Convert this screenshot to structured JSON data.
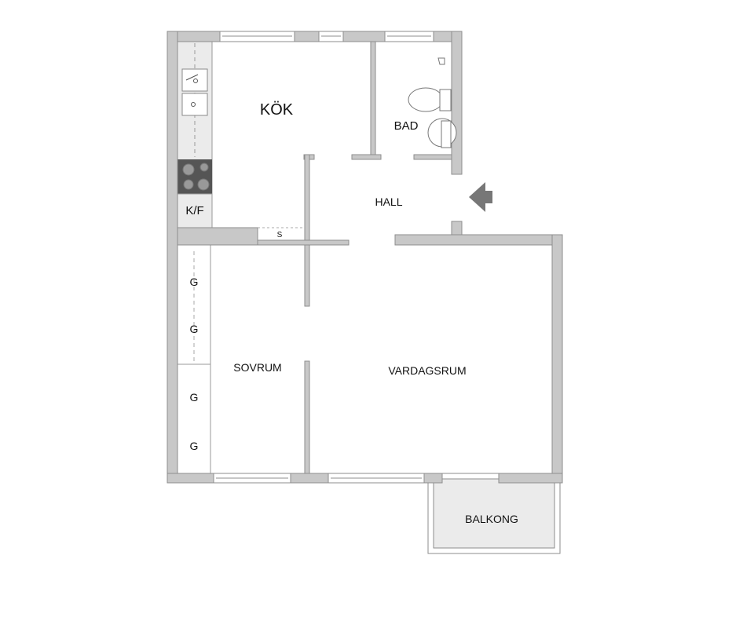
{
  "rooms": {
    "kitchen": "KÖK",
    "bathroom": "BAD",
    "hall": "HALL",
    "bedroom": "SOVRUM",
    "living_room": "VARDAGSRUM",
    "balcony": "BALKONG"
  },
  "fixtures": {
    "fridge_freezer": "K/F",
    "storage": "S",
    "wardrobes": [
      "G",
      "G",
      "G",
      "G"
    ]
  },
  "icons": {
    "entrance": "entrance-arrow-icon",
    "sink": "kitchen-sink-icon",
    "stove": "stove-icon",
    "toilet": "toilet-icon",
    "washbasin": "washbasin-icon"
  },
  "colors": {
    "wall": "#c8c8c8",
    "counter": "#ebebeb",
    "stove": "#555555",
    "balcony": "#ebebeb",
    "arrow": "#777777"
  }
}
